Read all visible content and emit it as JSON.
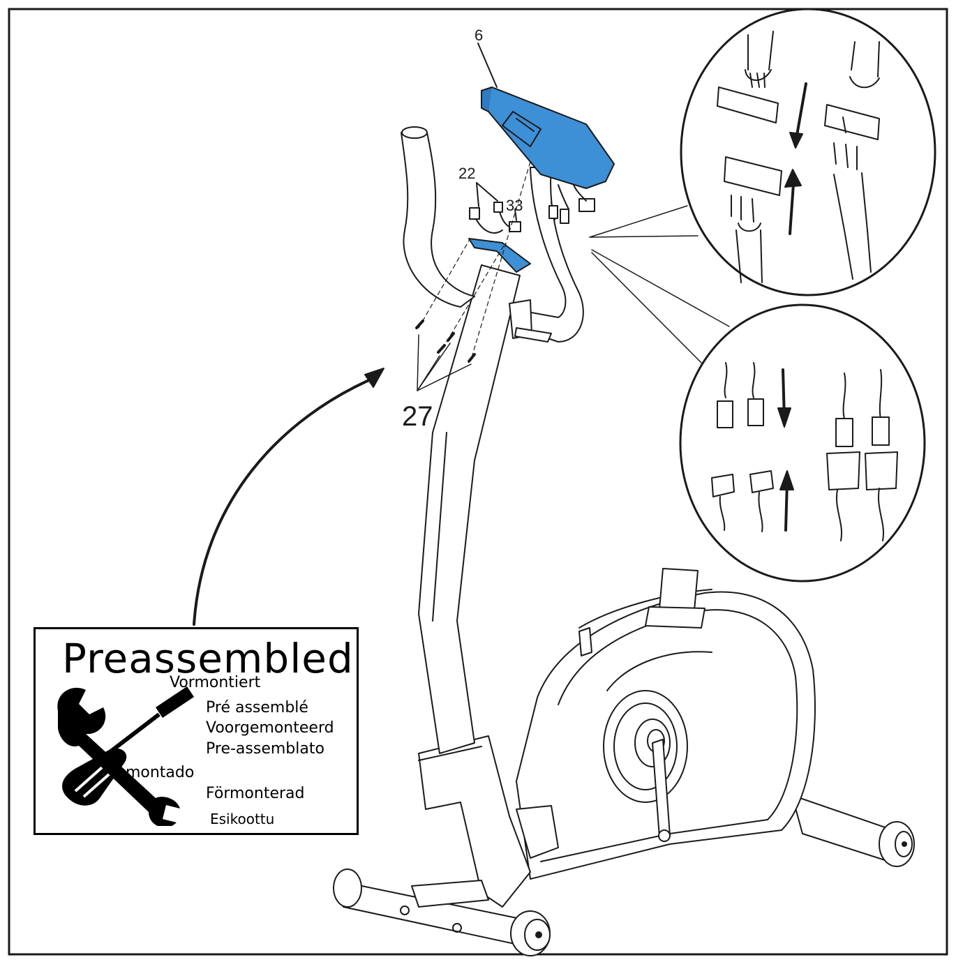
{
  "callouts": {
    "console": "6",
    "connector_a": "22",
    "connector_b": "33",
    "screws": "27"
  },
  "preassembled": {
    "title": "Preassembled",
    "languages": [
      "Vormontiert",
      "Pré assemblé",
      "Voorgemonteerd",
      "Pre-assemblato",
      "Premontado",
      "Förmonterad",
      "Esikoottu"
    ]
  },
  "colors": {
    "highlight": "#3d8fd6",
    "line": "#1a1a1a"
  },
  "icons": [
    "wrench-icon",
    "screwdriver-icon"
  ]
}
